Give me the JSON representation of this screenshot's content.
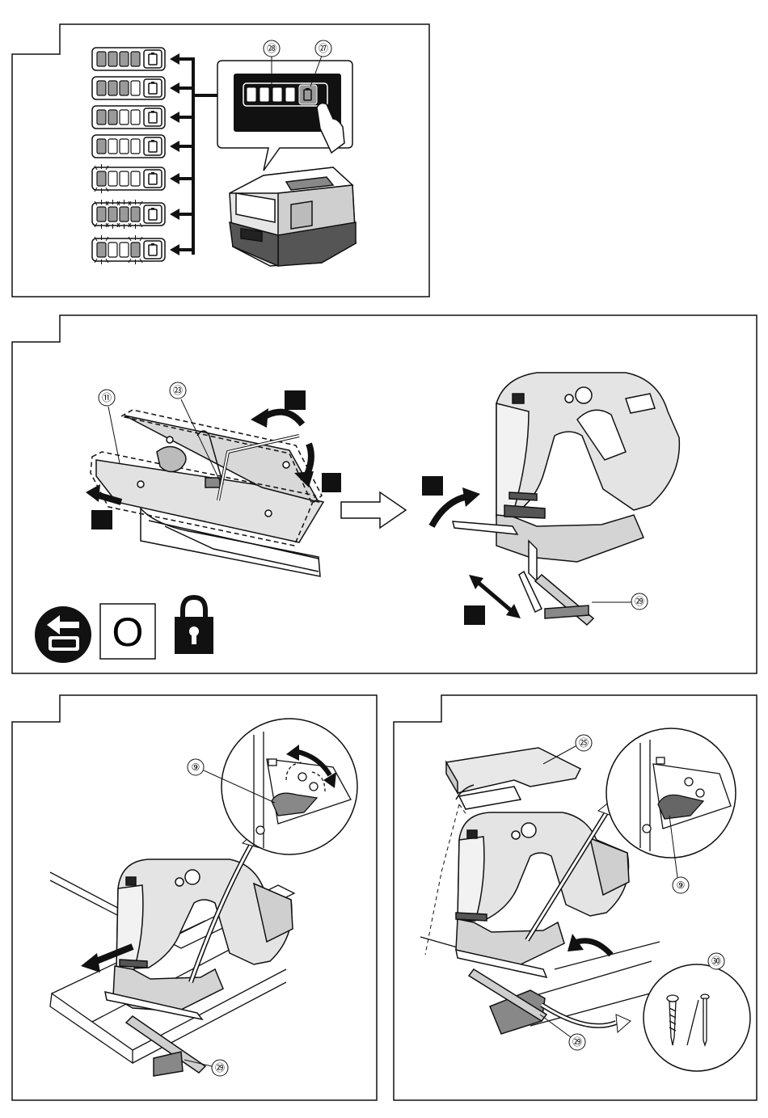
{
  "panel1": {
    "callout_28": "㉘",
    "callout_27": "㉗",
    "indicator_patterns": [
      "4 lit",
      "3 lit",
      "2 lit",
      "1 lit",
      "1 blinking",
      "4 blinking",
      "1st and 4th blinking"
    ]
  },
  "panel2": {
    "callout_11": "⑪",
    "callout_23": "㉓",
    "callout_29": "㉙",
    "symbol_zero": "O"
  },
  "panel3": {
    "callout_9": "⑨",
    "callout_29": "㉙"
  },
  "panel4": {
    "callout_25": "㉕",
    "callout_9": "⑨",
    "callout_29": "㉙",
    "callout_30": "㉚"
  },
  "colors": {
    "line": "#111111",
    "lit_segment": "#9a9a9a",
    "display_background": "#111111",
    "tool_gray": "#cfcfcf"
  }
}
